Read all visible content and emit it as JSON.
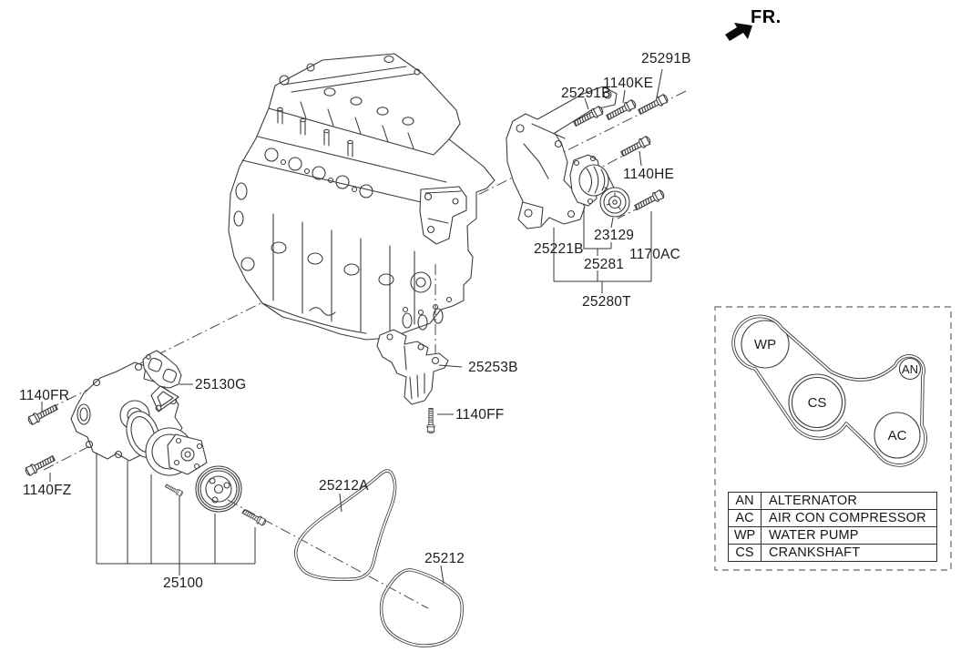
{
  "fr_label": "FR.",
  "parts": {
    "p25291b_a": "25291B",
    "p1140ke": "1140KE",
    "p25291b_b": "25291B",
    "p1140he": "1140HE",
    "p23129": "23129",
    "p25221b": "25221B",
    "p1170ac": "1170AC",
    "p25281": "25281",
    "p25280t": "25280T",
    "p25253b": "25253B",
    "p1140ff": "1140FF",
    "p25130g": "25130G",
    "p1140fr": "1140FR",
    "p1140fz": "1140FZ",
    "p25100": "25100",
    "p25212a": "25212A",
    "p25212": "25212"
  },
  "legend": {
    "pulleys": {
      "wp": "WP",
      "cs": "CS",
      "an": "AN",
      "ac": "AC"
    },
    "rows": [
      {
        "code": "AN",
        "desc": "ALTERNATOR"
      },
      {
        "code": "AC",
        "desc": "AIR CON COMPRESSOR"
      },
      {
        "code": "WP",
        "desc": "WATER PUMP"
      },
      {
        "code": "CS",
        "desc": "CRANKSHAFT"
      }
    ]
  },
  "colors": {
    "line": "#3d3d3d",
    "text": "#1c1c1c"
  }
}
